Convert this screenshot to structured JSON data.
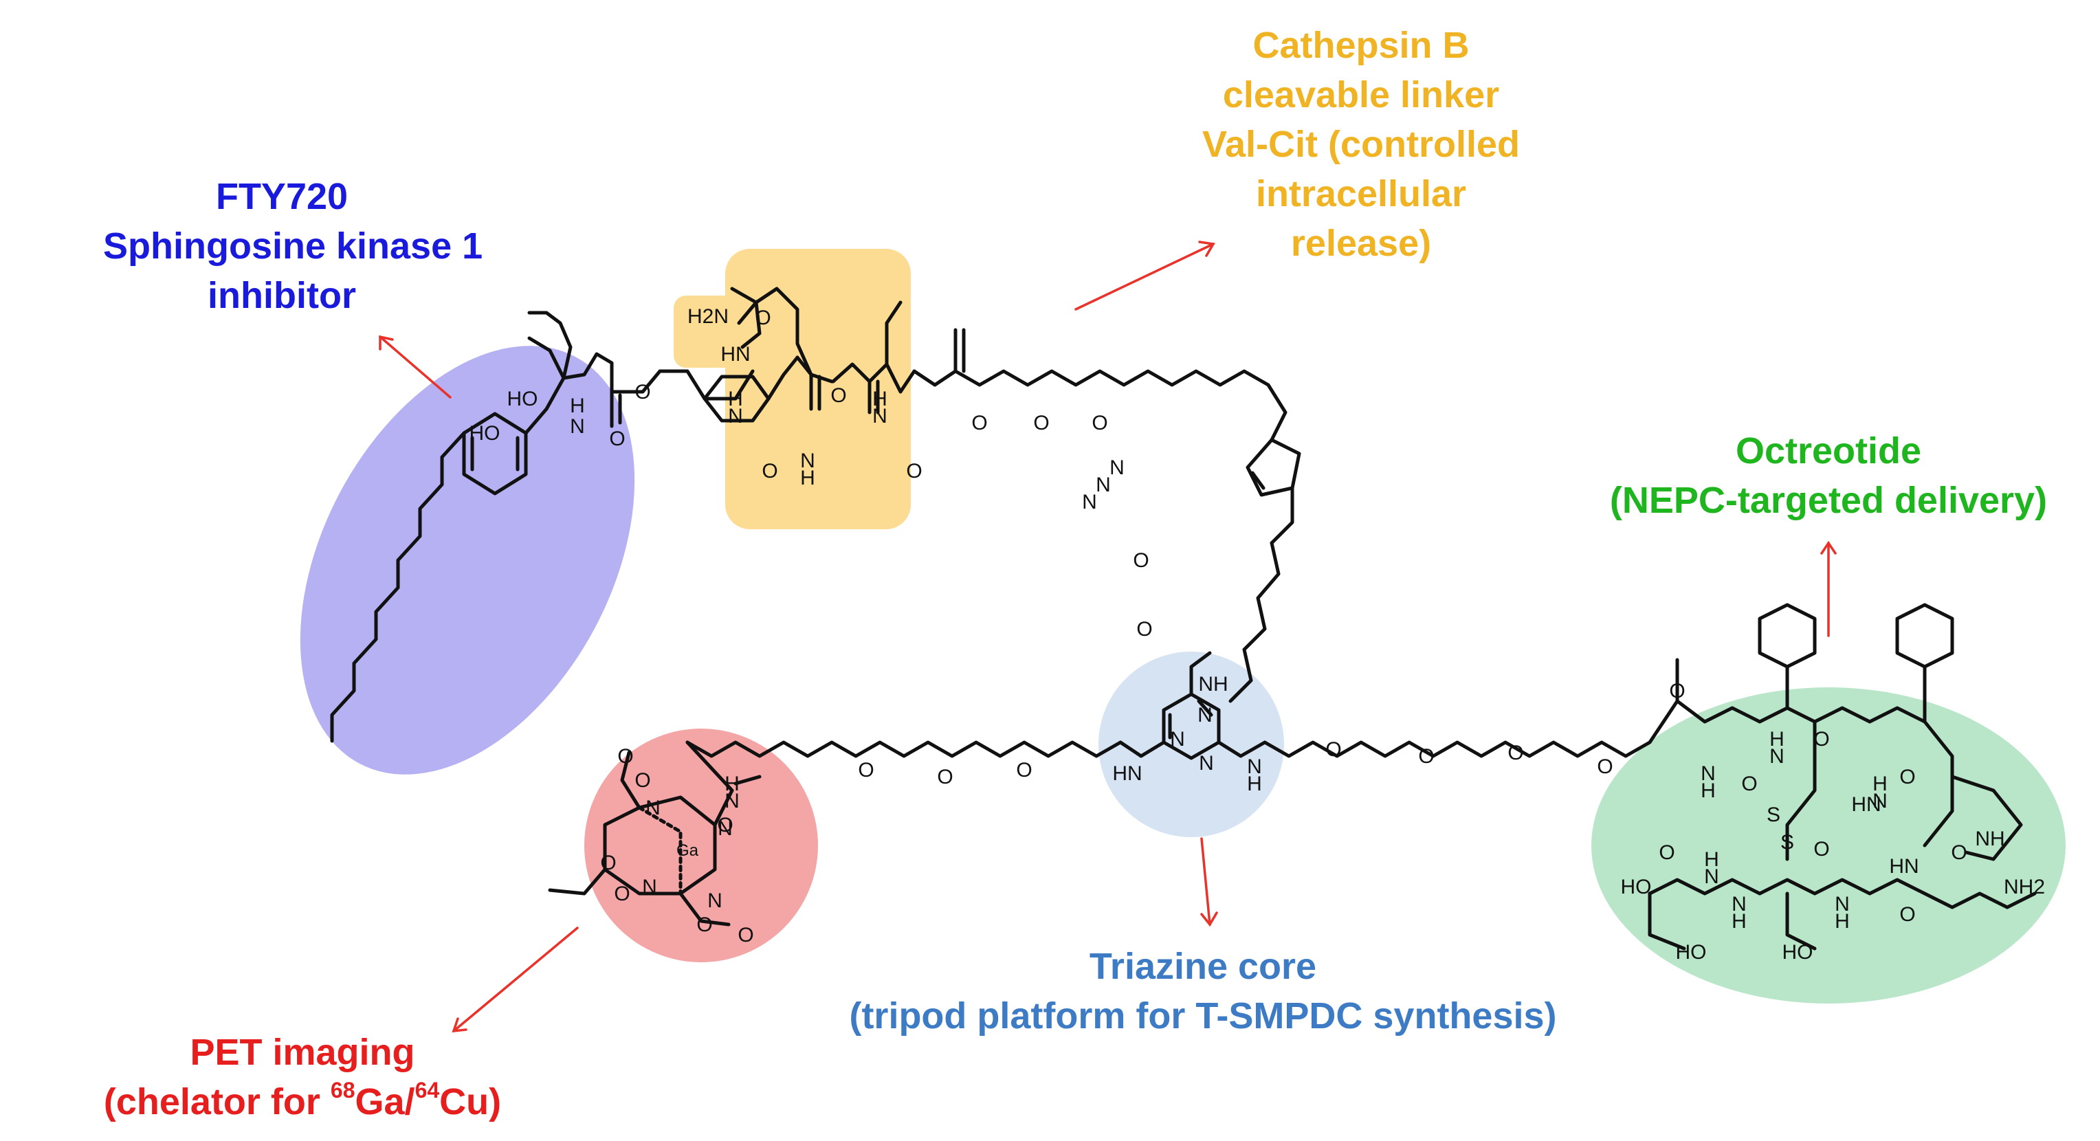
{
  "colors": {
    "fty720": "#1a1adc",
    "cathepsin": "#f0b323",
    "octreotide": "#1fb51f",
    "triazine": "#3d7cc4",
    "pet": "#e61e1e",
    "arrow": "#e8322a",
    "region_fty720": "#b5b1f2",
    "region_valcit": "#fbdc92",
    "region_triazine": "#d6e3f2",
    "region_dota": "#f4a5a5",
    "region_octreotide": "#b9e6c9",
    "bond": "#111111"
  },
  "labels": {
    "fty720": {
      "lines": [
        "FTY720",
        "Sphingosine kinase 1",
        "inhibitor"
      ]
    },
    "cathepsin": {
      "lines": [
        "Cathepsin B",
        "cleavable linker",
        "Val-Cit (controlled",
        "intracellular",
        "release)"
      ]
    },
    "octreotide": {
      "lines": [
        "Octreotide",
        "(NEPC-targeted delivery)"
      ]
    },
    "triazine": {
      "lines": [
        "Triazine core",
        "(tripod platform for T-SMPDC synthesis)"
      ]
    },
    "pet": {
      "line1": "PET imaging",
      "line2_pre": "(chelator for ",
      "sup1": "68",
      "mid": "Ga/",
      "sup2": "64",
      "post": "Cu)"
    }
  },
  "atoms": {
    "fty": {
      "oh1": "HO",
      "oh2": "HO",
      "nh": "N",
      "h": "H",
      "o_ester": "O",
      "o_carbonyl": "O"
    },
    "valcit": {
      "h2n": "H2N",
      "o_urea": "O",
      "nh_urea": "HN",
      "nh1": "N",
      "nh1h": "H",
      "nh2": "N",
      "nh2h": "H",
      "nh3": "N",
      "nh3h": "H",
      "o1": "O",
      "o2": "O",
      "o3": "O"
    },
    "peg1": {
      "o1": "O",
      "o2": "O",
      "o3": "O"
    },
    "triazole": {
      "n1": "N",
      "n2": "N",
      "n3": "N"
    },
    "peg2": {
      "o1": "O",
      "o2": "O"
    },
    "triazine": {
      "nh_top": "NH",
      "n1": "N",
      "n2": "N",
      "n3": "N",
      "hn_left": "HN",
      "n_right": "N",
      "h_right": "H"
    },
    "peg3": {
      "o1": "O",
      "o2": "O",
      "o3": "O"
    },
    "peg4": {
      "o1": "O",
      "o2": "O",
      "o3": "O",
      "o4": "O"
    },
    "dota": {
      "n1": "N",
      "n2": "N",
      "n3": "N",
      "n4": "N",
      "ga": "Ga",
      "o1": "O",
      "o2": "O",
      "o3": "O",
      "o4": "O",
      "o5": "O",
      "o6": "O",
      "o_amide": "O",
      "nh": "N",
      "h": "H"
    },
    "octreotide": {
      "o_top": "O",
      "n1": "N",
      "h1": "H",
      "o2": "O",
      "h2": "H",
      "n2": "N",
      "o3": "O",
      "h3": "H",
      "n3": "N",
      "o4": "O",
      "s1": "S",
      "s2": "S",
      "hn1": "HN",
      "hn2": "HN",
      "nh_indole": "NH",
      "o5": "O",
      "ho1": "HO",
      "o6": "O",
      "o7": "O",
      "n4": "N",
      "h4": "H",
      "n5": "N",
      "h5": "H",
      "n6": "N",
      "h6": "H",
      "ho2": "HO",
      "ho3": "HO",
      "o8": "O",
      "nh2": "NH2"
    }
  }
}
